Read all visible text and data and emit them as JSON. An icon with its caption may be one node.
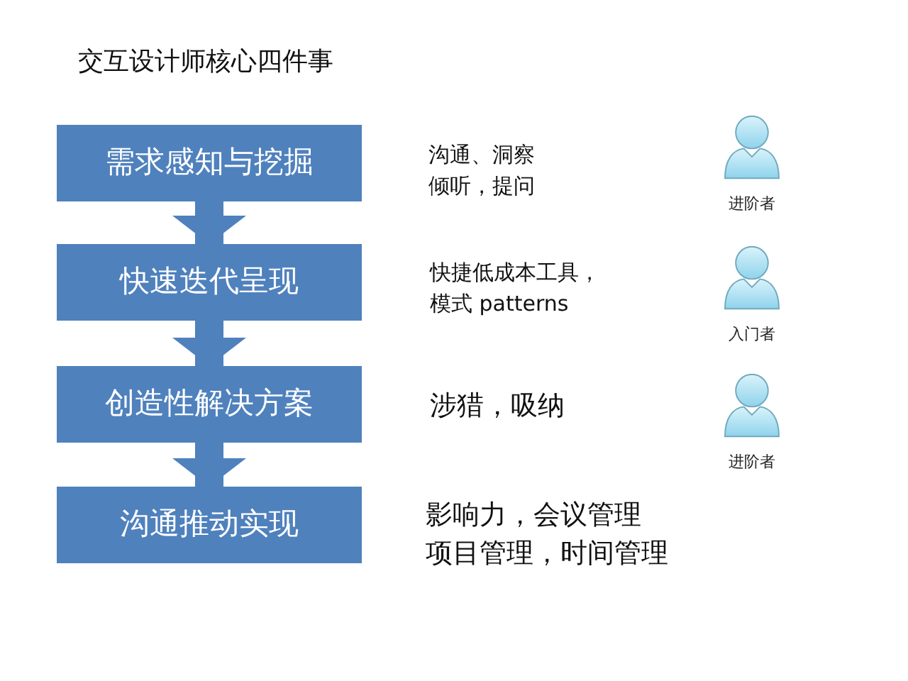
{
  "diagram": {
    "title": "交互设计师核心四件事",
    "nodes": [
      {
        "text": [
          "需求感知与挖掘"
        ]
      },
      {
        "text": [
          "快速迭代呈现"
        ]
      },
      {
        "text": [
          "创造性解决方案"
        ]
      },
      {
        "text": [
          "沟通推动实现"
        ]
      },
      {
        "text": [
          "进阶者"
        ]
      },
      {
        "text": [
          "入门者"
        ]
      },
      {
        "text": [
          "进阶者"
        ]
      }
    ],
    "edges": [
      {
        "from": 0,
        "to": 1,
        "arrow": "to"
      },
      {
        "from": 1,
        "to": 2,
        "arrow": "to"
      },
      {
        "from": 2,
        "to": 3,
        "arrow": "to"
      }
    ],
    "labels": [
      "沟通、洞察",
      "倾听，提问",
      "快捷低成本工具，",
      "模式 patterns",
      "涉猎，吸纳",
      "影响力，会议管理",
      "项目管理，时间管理"
    ]
  }
}
